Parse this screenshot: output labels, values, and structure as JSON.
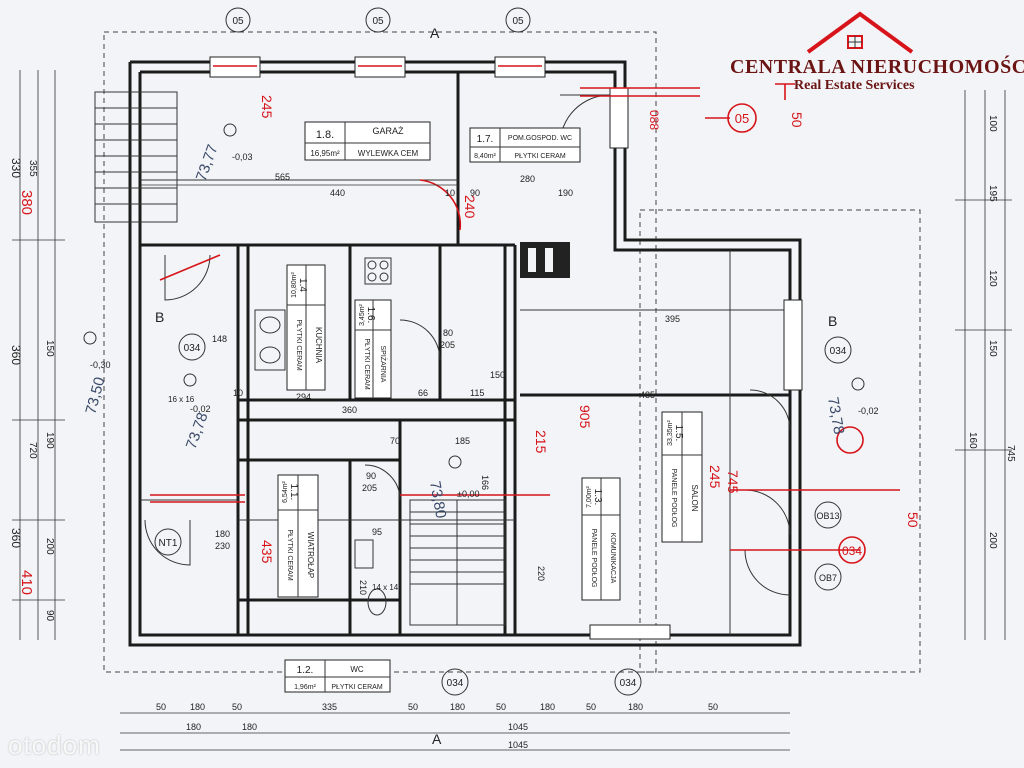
{
  "brand": {
    "name": "CENTRALA NIERUCHOMOŚCI",
    "subtitle": "Real Estate Services",
    "accent": "#d6141a",
    "text_color": "#6b1414"
  },
  "watermark": "otodom",
  "rooms": [
    {
      "num": "1.8.",
      "name": "GARAŻ",
      "area": "16,95m²",
      "finish": "WYLEWKA CEM"
    },
    {
      "num": "1.7.",
      "name": "POM.GOSPOD. WC",
      "area": "8,40m²",
      "finish": "PŁYTKI CERAM"
    },
    {
      "num": "1.4",
      "name": "KUCHNIA",
      "area": "10,80m²",
      "finish": "PŁYTKI CERAM"
    },
    {
      "num": "1.6.",
      "name": "SPIŻARNIA",
      "area": "3,45m²",
      "finish": "PŁYTKI CERAM"
    },
    {
      "num": "1.5.",
      "name": "SALON",
      "area": "33,35m²",
      "finish": "PANELE PODŁOG"
    },
    {
      "num": "1.3.",
      "name": "KOMUNIKACJA",
      "area": "7,00m²",
      "finish": "PANELE PODŁOG"
    },
    {
      "num": "1.1.",
      "name": "WIATROŁAP",
      "area": "6,54m²",
      "finish": "PŁYTKI CERAM"
    },
    {
      "num": "1.2.",
      "name": "WC",
      "area": "1,96m²",
      "finish": "PŁYTKI CERAM"
    }
  ],
  "markers": {
    "section_a": "A",
    "section_b": "B",
    "window_05": "05",
    "window_034": "034",
    "door_nt1": "NT1",
    "door_0b13": "OB13",
    "door_0b7": "OB7"
  },
  "levels": [
    "-0,03",
    "-0,30",
    "-0,02",
    "±0,00",
    "-0,02"
  ],
  "handwritten_levels": [
    "73,77",
    "73,50",
    "73,78",
    "73,80",
    "73,78"
  ],
  "handwritten_red": [
    "380",
    "410",
    "245",
    "435",
    "215",
    "245",
    "240",
    "50",
    "50",
    "905",
    "745",
    "088"
  ],
  "dims_top": [
    "565",
    "440",
    "10",
    "280",
    "90",
    "190",
    "395",
    "485"
  ],
  "dims_bottom_row1": [
    "50",
    "180",
    "50",
    "335",
    "50",
    "180",
    "50",
    "180",
    "50",
    "180",
    "50"
  ],
  "dims_bottom_row2": [
    "180",
    "180",
    "1045"
  ],
  "dims_bottom_total": "1045",
  "dims_left": [
    "330",
    "355",
    "360",
    "150",
    "190",
    "720",
    "360",
    "200",
    "90"
  ],
  "dims_right": [
    "100",
    "195",
    "120",
    "150",
    "160",
    "200",
    "745"
  ],
  "misc_labels": [
    "80",
    "205",
    "115",
    "150",
    "294",
    "360",
    "66",
    "70",
    "185",
    "90",
    "205",
    "95",
    "210",
    "180",
    "230",
    "148",
    "166",
    "220",
    "10",
    "16 x 16",
    "14 x 14"
  ]
}
